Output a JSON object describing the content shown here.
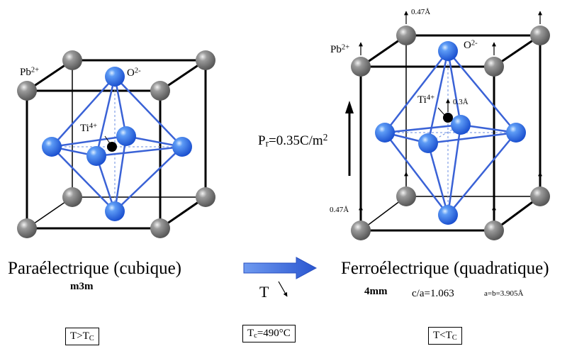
{
  "left": {
    "title": "Paraélectrique (cubique)",
    "symmetry": "m3m",
    "condition_main": "T>T",
    "condition_sub": "C",
    "label_pb": "Pb",
    "label_pb_charge": "2+",
    "label_o": "O",
    "label_o_charge": "2-",
    "label_ti": "Ti",
    "label_ti_charge": "4+"
  },
  "middle": {
    "temp_symbol": "T",
    "tc_main": "T",
    "tc_sub": "c",
    "tc_value": "=490°C"
  },
  "right": {
    "title": "Ferroélectrique (quadratique)",
    "symmetry": "4mm",
    "ratio": "c/a=1.063",
    "lattice": "a=b=3.905Å",
    "condition_main": "T<T",
    "condition_sub": "C",
    "label_pb": "Pb",
    "label_pb_charge": "2+",
    "label_o": "O",
    "label_o_charge": "2-",
    "label_ti": "Ti",
    "label_ti_charge": "4+",
    "disp_top": "0.47Å",
    "disp_bottom": "0.47Å",
    "disp_ti": "0.3Å",
    "polar_main": "P",
    "polar_sub": "r",
    "polar_value": "=0.35C/m"
  },
  "colors": {
    "oxygen": "#2f6fe0",
    "lead": "#8a8a8a",
    "titanium": "#000000",
    "bond": "#3a62d6",
    "arrow": "#3a62d6"
  }
}
